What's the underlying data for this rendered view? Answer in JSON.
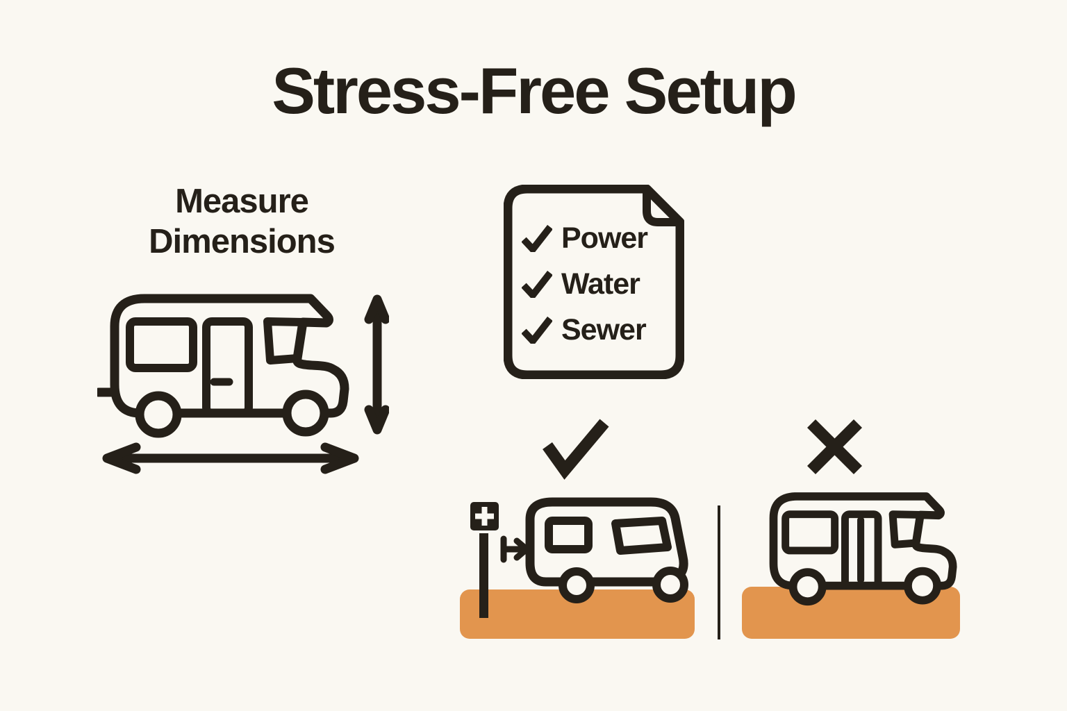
{
  "page": {
    "title": "Stress-Free Setup",
    "background_color": "#FAF8F2",
    "ink_color": "#252019",
    "accent_color": "#E2954E"
  },
  "measure_section": {
    "label_lines": [
      "Measure",
      "Dimensions"
    ],
    "icons": [
      "rv-motorhome-icon",
      "vertical-double-arrow-icon",
      "horizontal-double-arrow-icon"
    ]
  },
  "checklist": {
    "icon": "document-checklist-icon",
    "items": [
      {
        "icon": "check",
        "label": "Power"
      },
      {
        "icon": "check",
        "label": "Water"
      },
      {
        "icon": "check",
        "label": "Sewer"
      }
    ]
  },
  "comparison": {
    "correct": {
      "mark": "check",
      "mark_glyph": "✓",
      "features": [
        "hookup-post-with-plus-sign",
        "arrow-to-rv",
        "rv",
        "orange-ground"
      ]
    },
    "wrong": {
      "mark": "cross",
      "mark_glyph": "✕",
      "features": [
        "rv",
        "orange-ground"
      ]
    }
  },
  "icons": {
    "check": "✓",
    "cross": "✕",
    "plus": "+"
  }
}
